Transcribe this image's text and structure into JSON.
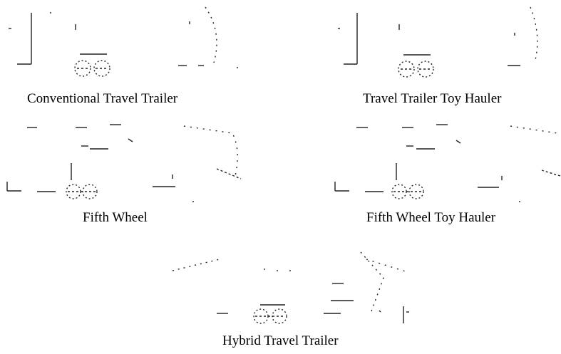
{
  "trailers": [
    {
      "id": "conventional",
      "label": "Conventional Travel Trailer"
    },
    {
      "id": "tt-toy-hauler",
      "label": "Travel Trailer Toy Hauler"
    },
    {
      "id": "fifth-wheel",
      "label": "Fifth Wheel"
    },
    {
      "id": "fw-toy-hauler",
      "label": "Fifth Wheel Toy Hauler"
    },
    {
      "id": "hybrid",
      "label": "Hybrid Travel Trailer"
    }
  ],
  "colors": {
    "line": "#222222",
    "faint": "#9a9a9a"
  }
}
